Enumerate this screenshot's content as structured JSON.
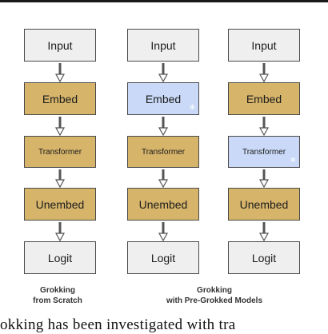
{
  "colors": {
    "io_fill": "#efefef",
    "trainable_fill": "#d6b46a",
    "frozen_fill": "#c9d9f7",
    "border": "#4a4a4a",
    "arrow": "#555555"
  },
  "columns": [
    {
      "blocks": [
        {
          "label": "Input",
          "kind": "io",
          "frozen": false
        },
        {
          "label": "Embed",
          "kind": "trainable",
          "frozen": false
        },
        {
          "label": "Transformer",
          "kind": "trainable",
          "frozen": false
        },
        {
          "label": "Unembed",
          "kind": "trainable",
          "frozen": false
        },
        {
          "label": "Logit",
          "kind": "io",
          "frozen": false
        }
      ]
    },
    {
      "blocks": [
        {
          "label": "Input",
          "kind": "io",
          "frozen": false
        },
        {
          "label": "Embed",
          "kind": "frozen",
          "frozen": true
        },
        {
          "label": "Transformer",
          "kind": "trainable",
          "frozen": false
        },
        {
          "label": "Unembed",
          "kind": "trainable",
          "frozen": false
        },
        {
          "label": "Logit",
          "kind": "io",
          "frozen": false
        }
      ]
    },
    {
      "blocks": [
        {
          "label": "Input",
          "kind": "io",
          "frozen": false
        },
        {
          "label": "Embed",
          "kind": "trainable",
          "frozen": false
        },
        {
          "label": "Transformer",
          "kind": "frozen",
          "frozen": true
        },
        {
          "label": "Unembed",
          "kind": "trainable",
          "frozen": false
        },
        {
          "label": "Logit",
          "kind": "io",
          "frozen": false
        }
      ]
    }
  ],
  "captions": {
    "scratch": {
      "line1": "Grokking",
      "line2": "from Scratch"
    },
    "pregrokked": {
      "line1": "Grokking",
      "line2": "with Pre-Grokked Models"
    }
  },
  "frozen_icon": "snowflake-icon",
  "footer_text": "okking has been investigated with tra"
}
